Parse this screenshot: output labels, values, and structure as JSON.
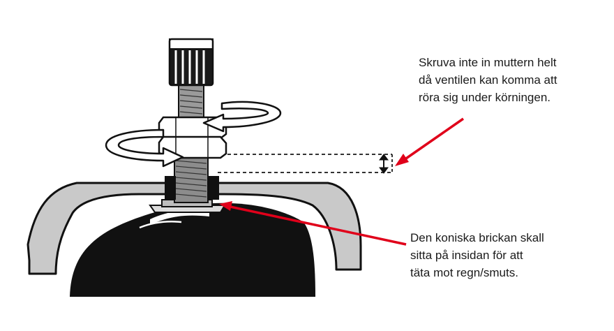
{
  "annotations": {
    "nut_warning": {
      "lines": [
        "Skruva inte in muttern helt",
        "då ventilen kan komma att",
        "röra sig under körningen."
      ]
    },
    "washer_note": {
      "lines": [
        "Den koniska brickan skall",
        "sitta på insidan för att",
        "täta mot regn/smuts."
      ]
    }
  },
  "colors": {
    "arrow": "#e0001a",
    "outline": "#111111",
    "rim_fill": "#c9c9c9",
    "tube_fill": "#111111",
    "thread_fill": "#8c8c8c",
    "knurl_fill": "#1a1a1a",
    "text": "#1a1a1a"
  },
  "icons": {
    "rotation_arrows": "curved-rotation-arrow-icon",
    "gap_indicator": "double-headed-arrow-icon"
  }
}
